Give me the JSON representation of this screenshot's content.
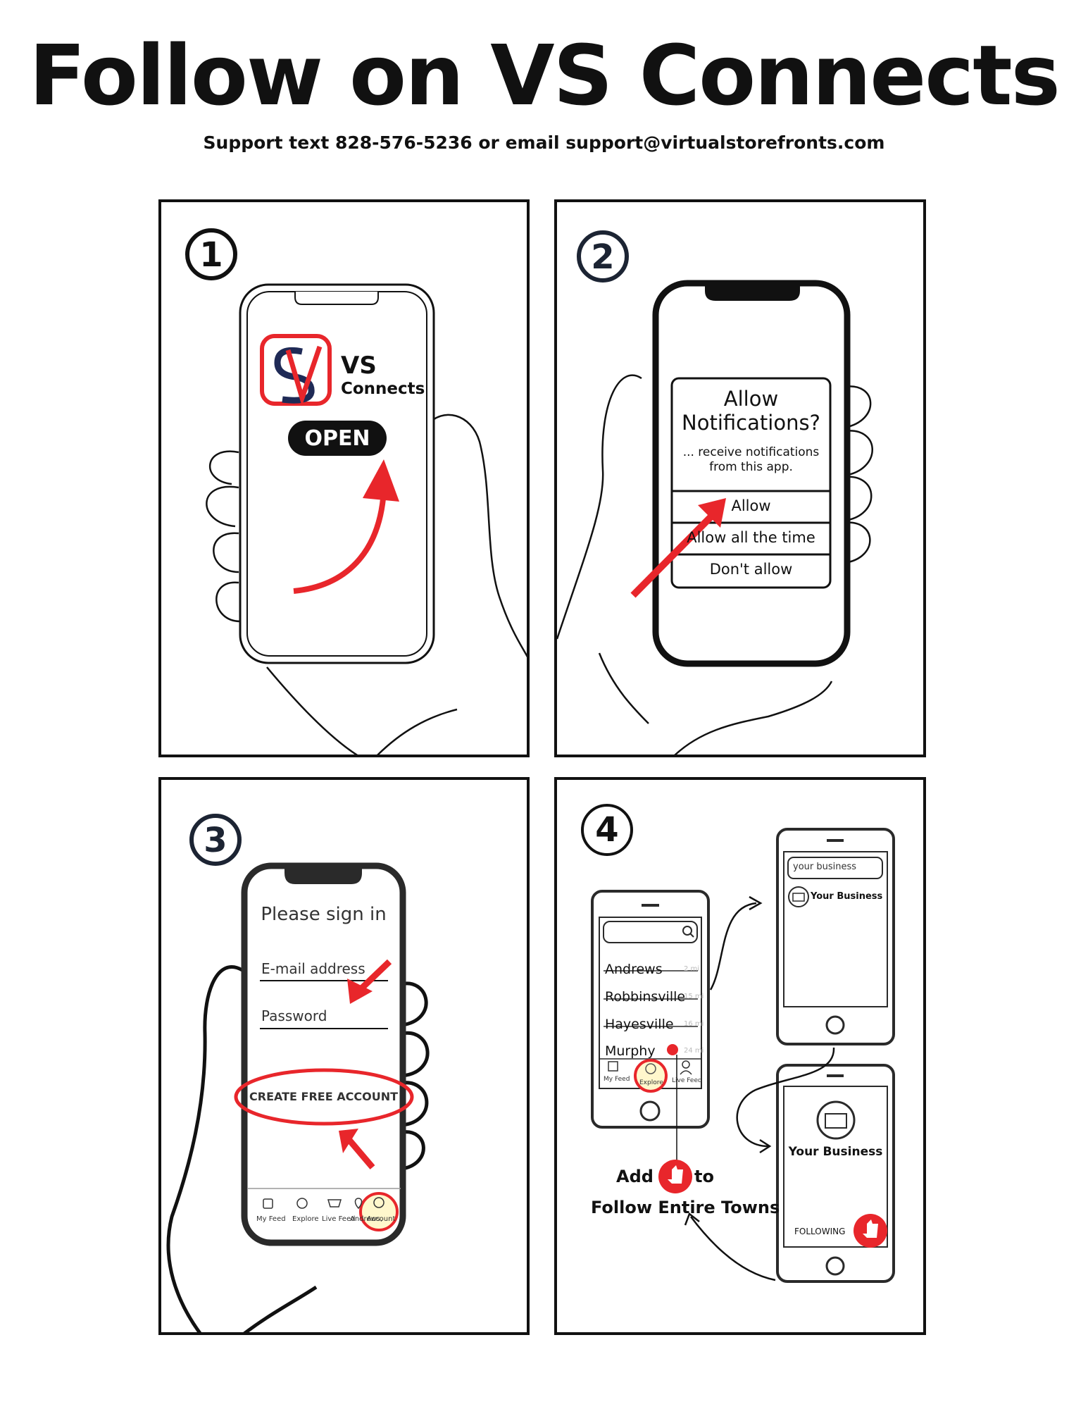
{
  "header": {
    "title": "Follow on VS Connects",
    "support": "Support text 828-576-5236 or email support@virtualstorefronts.com"
  },
  "colors": {
    "accent_red": "#e8262b",
    "navy": "#1f2a56",
    "ink": "#111111"
  },
  "step1": {
    "number": "1",
    "app_name_line1": "VS",
    "app_name_line2": "Connects",
    "open_button": "OPEN",
    "logo_icon": "vs-logo-icon"
  },
  "step2": {
    "number": "2",
    "dialog_title_line1": "Allow",
    "dialog_title_line2": "Notifications?",
    "dialog_body_line1": "... receive notifications",
    "dialog_body_line2": "from this app.",
    "options": [
      "Allow",
      "Allow all the time",
      "Don't allow"
    ]
  },
  "step3": {
    "number": "3",
    "heading": "Please sign in",
    "email_placeholder": "E-mail address",
    "password_placeholder": "Password",
    "create_button": "CREATE FREE ACCOUNT",
    "tabs": [
      "My Feed",
      "Explore",
      "Live Feed",
      "Andrews,",
      "Account"
    ]
  },
  "step4": {
    "number": "4",
    "towns": [
      {
        "name": "Andrews",
        "dist": "2 mi"
      },
      {
        "name": "Robbinsville",
        "dist": "15 mi"
      },
      {
        "name": "Hayesville",
        "dist": "16 mi"
      },
      {
        "name": "Murphy",
        "dist": "24 mi"
      }
    ],
    "tabs": [
      "My Feed",
      "Explore",
      "Live Feed"
    ],
    "search_value": "your business",
    "business_name": "Your Business",
    "following_label": "FOLLOWING",
    "caption_add": "Add",
    "caption_to": "to",
    "caption_line2": "Follow Entire Towns"
  }
}
